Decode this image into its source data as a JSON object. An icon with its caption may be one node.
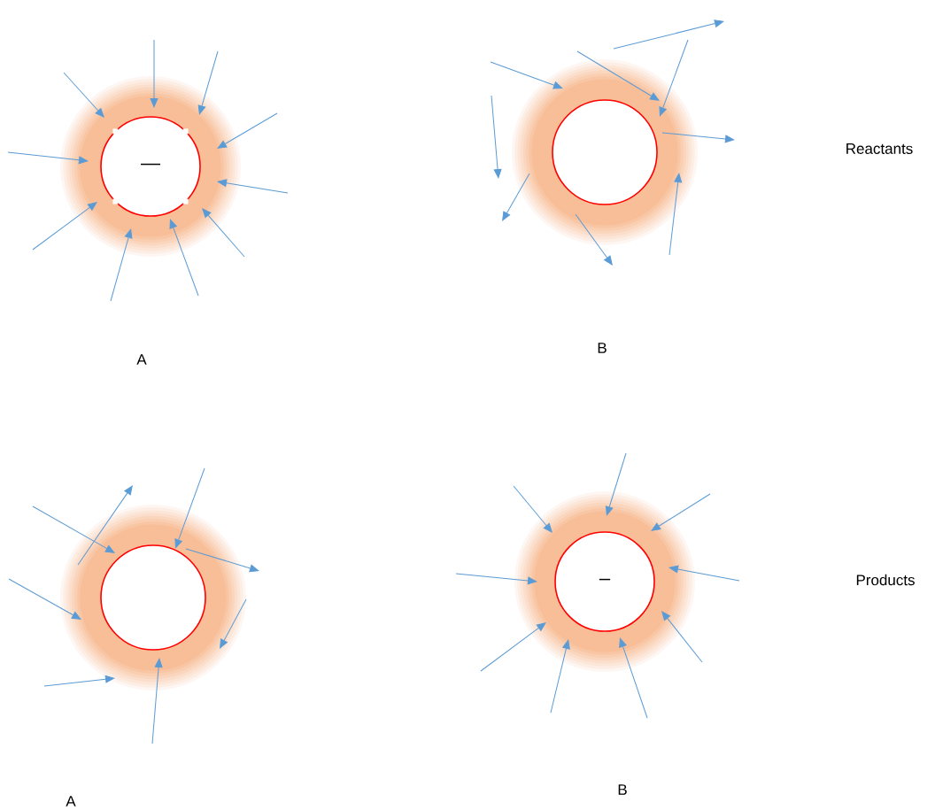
{
  "diagram": {
    "nodes": [
      {
        "text": [
          "—"
        ]
      },
      {
        "text": [],
        "shape": "circle"
      },
      {
        "text": [],
        "shape": "circle"
      },
      {
        "text": [
          "–"
        ]
      }
    ],
    "labels": [
      "Reactants",
      "A",
      "B",
      "Products",
      "A",
      "B"
    ]
  }
}
